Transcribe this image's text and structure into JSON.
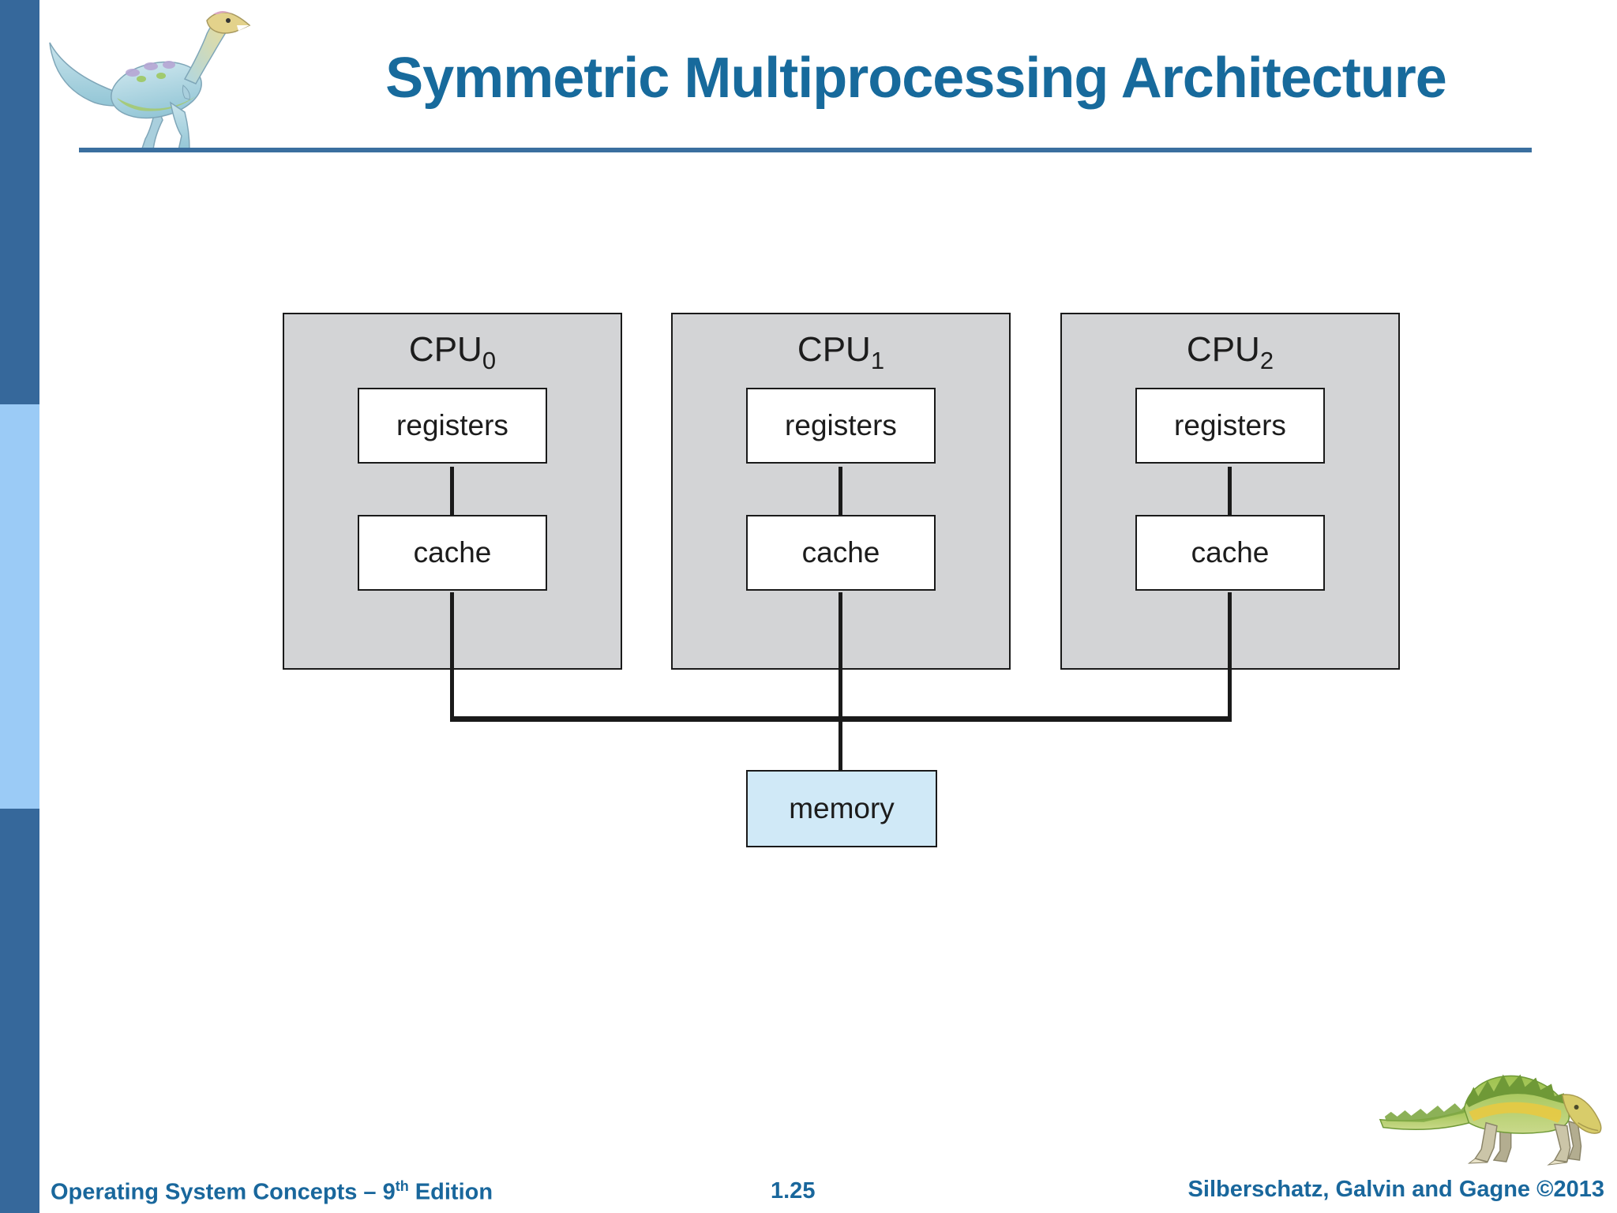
{
  "slide": {
    "title": "Symmetric Multiprocessing Architecture",
    "page_number": "1.25",
    "footer_left_main": "Operating System Concepts – 9",
    "footer_left_sup": "th",
    "footer_left_tail": " Edition",
    "footer_right": "Silberschatz, Galvin and Gagne ©2013"
  },
  "diagram": {
    "cpus": [
      {
        "label": "CPU",
        "index": "0",
        "registers": "registers",
        "cache": "cache"
      },
      {
        "label": "CPU",
        "index": "1",
        "registers": "registers",
        "cache": "cache"
      },
      {
        "label": "CPU",
        "index": "2",
        "registers": "registers",
        "cache": "cache"
      }
    ],
    "memory": "memory",
    "topology": "three CPUs, each with registers and cache, connected by a shared bus to memory"
  },
  "icons": {
    "top_left": "dinosaur-biped-logo",
    "bottom_right": "dinosaur-quadruped-logo"
  },
  "colors": {
    "title_text": "#176A9C",
    "rule": "#3A6F9F",
    "stripe_dark": "#36689B",
    "stripe_light": "#9BCBF6",
    "cpu_fill": "#D3D4D6",
    "memory_fill": "#D0E9F7",
    "diagram_line": "#1A1A1A",
    "footer_text": "#19679C"
  }
}
